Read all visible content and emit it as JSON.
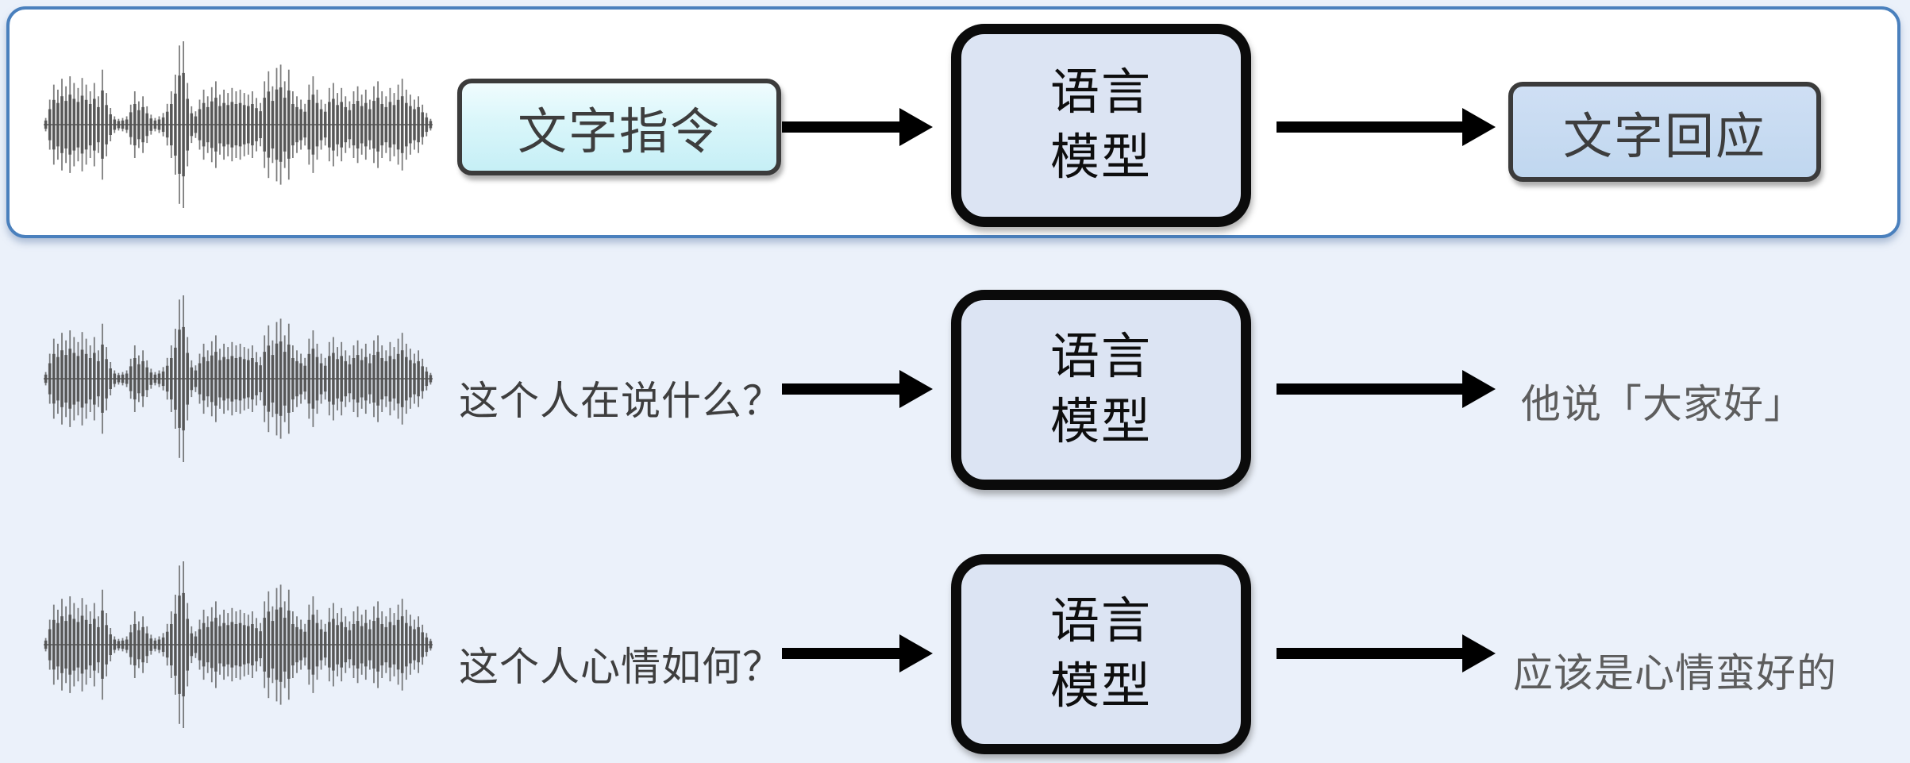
{
  "colors": {
    "page_bg": "#ebf1fa",
    "panel_bg": "#ffffff",
    "panel_border": "#4a80bd",
    "lm_box_fill": "#dce4f3",
    "lm_box_border": "#0b0b0b",
    "instruction_box_fill": "#d9f6fa",
    "response_box_fill": "#c0d7ef",
    "gray_box_border": "#3b3b3b",
    "arrow": "#000000",
    "waveform": "#515151",
    "question_text": "#3e3e3e",
    "answer_text": "#5d5d5d"
  },
  "waveform": {
    "name": "speech-waveform",
    "amplitudes": [
      0.08,
      0.3,
      0.48,
      0.42,
      0.55,
      0.46,
      0.58,
      0.5,
      0.44,
      0.56,
      0.48,
      0.4,
      0.5,
      0.34,
      0.66,
      0.38,
      0.2,
      0.1,
      0.07,
      0.08,
      0.1,
      0.24,
      0.4,
      0.28,
      0.34,
      0.22,
      0.12,
      0.08,
      0.1,
      0.14,
      0.25,
      0.4,
      0.6,
      0.95,
      1.0,
      0.5,
      0.22,
      0.16,
      0.3,
      0.42,
      0.34,
      0.45,
      0.52,
      0.36,
      0.42,
      0.38,
      0.44,
      0.4,
      0.42,
      0.38,
      0.36,
      0.4,
      0.32,
      0.26,
      0.52,
      0.64,
      0.46,
      0.68,
      0.72,
      0.52,
      0.66,
      0.4,
      0.34,
      0.3,
      0.25,
      0.48,
      0.58,
      0.42,
      0.3,
      0.25,
      0.44,
      0.5,
      0.38,
      0.44,
      0.34,
      0.28,
      0.4,
      0.46,
      0.36,
      0.42,
      0.3,
      0.46,
      0.52,
      0.4,
      0.34,
      0.44,
      0.38,
      0.48,
      0.55,
      0.42,
      0.36,
      0.3,
      0.34,
      0.24,
      0.14,
      0.07
    ]
  },
  "rows": [
    {
      "input_label": "文字指令",
      "model_line1": "语言",
      "model_line2": "模型",
      "output_label": "文字回应"
    },
    {
      "question": "这个人在说什么？",
      "model_line1": "语言",
      "model_line2": "模型",
      "answer": "他说「大家好」"
    },
    {
      "question": "这个人心情如何？",
      "model_line1": "语言",
      "model_line2": "模型",
      "answer": "应该是心情蛮好的"
    }
  ]
}
